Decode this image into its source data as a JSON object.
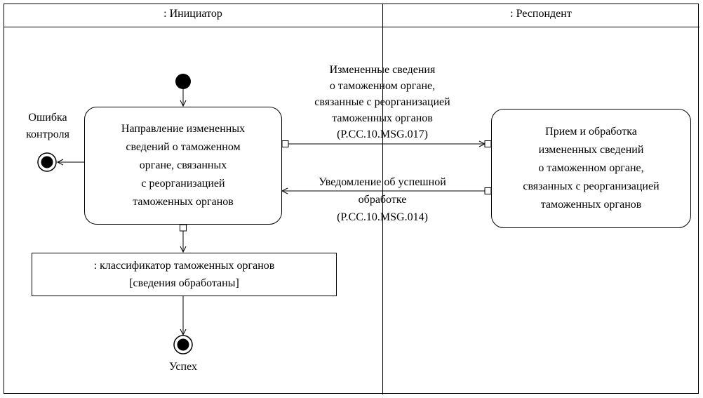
{
  "diagram": {
    "lanes": {
      "initiator": {
        "header": ": Инициатор"
      },
      "respondent": {
        "header": ": Респондент"
      }
    },
    "nodes": {
      "initiator_activity": {
        "lines": [
          "Направление измененных",
          "сведений о таможенном",
          "органе, связанных",
          "с реорганизацией",
          "таможенных органов"
        ]
      },
      "respondent_activity": {
        "lines": [
          "Прием и обработка",
          "измененных сведений",
          "о таможенном органе,",
          "связанных с реорганизацией",
          "таможенных органов"
        ]
      },
      "object_node": {
        "lines": [
          ": классификатор таможенных органов",
          "[сведения обработаны]"
        ]
      },
      "error_label": {
        "lines": [
          "Ошибка",
          "контроля"
        ]
      },
      "success_label": "Успех"
    },
    "messages": {
      "request": {
        "lines": [
          "Измененные сведения",
          "о таможенном органе,",
          "связанные с реорганизацией",
          "таможенных органов",
          "(P.CC.10.MSG.017)"
        ]
      },
      "response": {
        "lines": [
          "Уведомление об успешной",
          "обработке",
          "(P.CC.10.MSG.014)"
        ]
      }
    },
    "colors": {
      "line": "#000000",
      "background": "#ffffff"
    }
  }
}
